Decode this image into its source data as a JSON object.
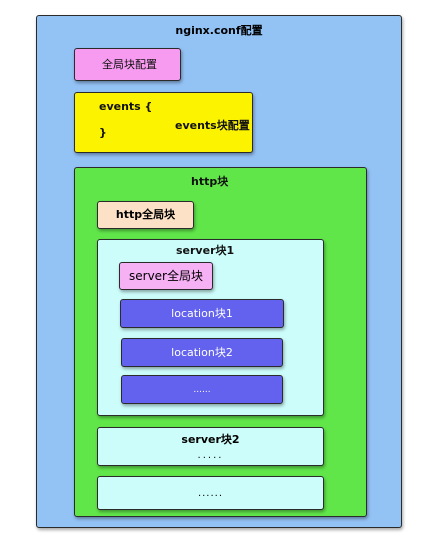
{
  "diagram": {
    "title": "nginx.conf配置",
    "global_block": "全局块配置",
    "events": {
      "open": "events {",
      "close": "}",
      "label": "events块配置"
    },
    "http": {
      "title": "http块",
      "global_block": "http全局块",
      "server1": {
        "title": "server块1",
        "global_block": "server全局块",
        "locations": [
          "location块1",
          "location块2",
          "......"
        ]
      },
      "server2": {
        "title": "server块2",
        "dots": "....."
      },
      "more": "......"
    }
  },
  "colors": {
    "outer": "#93c2f5",
    "global_block": "#f79bf0",
    "events": "#fbf300",
    "http": "#61e64a",
    "http_global": "#fde1c6",
    "server": "#ccfdfb",
    "server_global": "#f6b0f4",
    "location": "#6262ef"
  }
}
